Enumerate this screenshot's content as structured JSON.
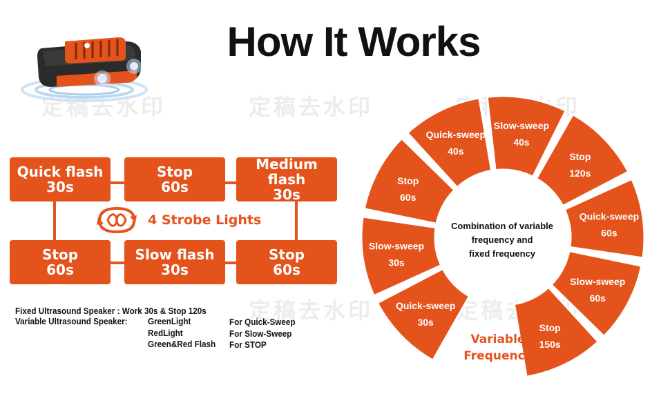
{
  "title": "How It Works",
  "watermark": "定稿去水印",
  "strobe_boxes": [
    {
      "label": "Quick flash",
      "time": "30s"
    },
    {
      "label": "Stop",
      "time": "60s"
    },
    {
      "label": "Medium flash",
      "time": "30s"
    },
    {
      "label": "Stop",
      "time": "60s"
    },
    {
      "label": "Slow flash",
      "time": "30s"
    },
    {
      "label": "Stop",
      "time": "60s"
    }
  ],
  "strobe_label": "4 Strobe Lights",
  "notes": {
    "fixed": "Fixed Ultrasound Speaker : Work 30s & Stop 120s",
    "variable": "Variable Ultrasound Speaker:",
    "lights": [
      "GreenLight",
      "RedLight",
      "Green&Red Flash"
    ],
    "modes": [
      "For Quick-Sweep",
      "For Slow-Sweep",
      "For STOP"
    ]
  },
  "wheel_segments": [
    {
      "label": "Slow-sweep",
      "time": "40s"
    },
    {
      "label": "Stop",
      "time": "120s"
    },
    {
      "label": "Quick-sweep",
      "time": "60s"
    },
    {
      "label": "Slow-sweep",
      "time": "60s"
    },
    {
      "label": "Stop",
      "time": "150s"
    },
    {
      "label": "",
      "time": ""
    },
    {
      "label": "Quick-sweep",
      "time": "30s"
    },
    {
      "label": "Slow-sweep",
      "time": "30s"
    },
    {
      "label": "Stop",
      "time": "60s"
    },
    {
      "label": "Quick-sweep",
      "time": "40s"
    }
  ],
  "wheel_center": [
    "Combination of variable",
    "frequency and",
    "fixed frequency"
  ],
  "variable_frequency": [
    "Variable",
    "Frequency"
  ],
  "colors": {
    "accent": "#e4531c",
    "title": "#111111"
  }
}
